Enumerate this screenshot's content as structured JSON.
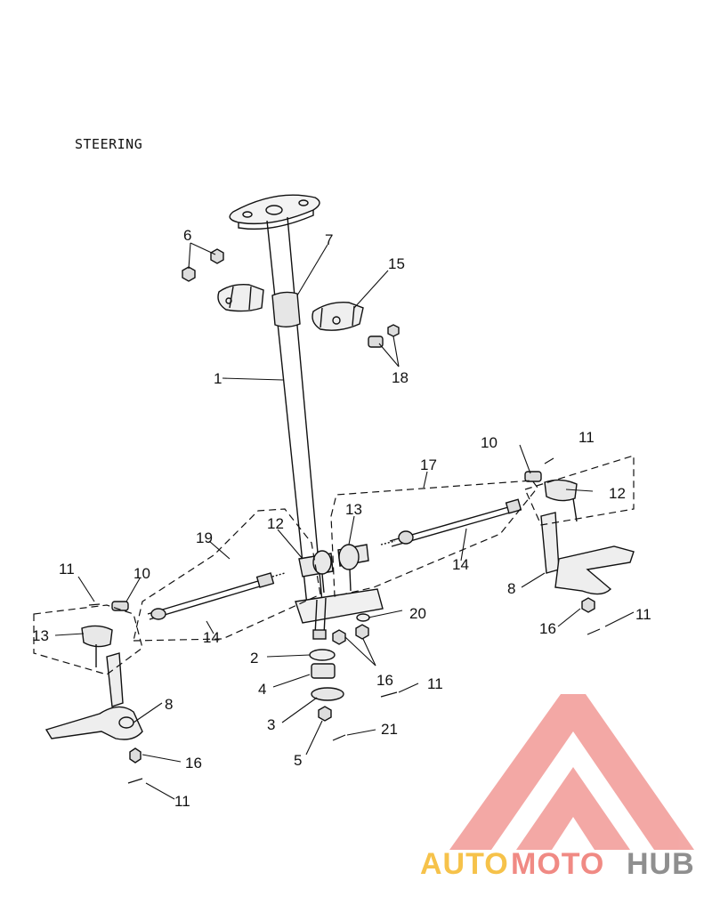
{
  "diagram": {
    "title": "STEERING",
    "callouts": {
      "c1": "1",
      "c2": "2",
      "c3": "3",
      "c4": "4",
      "c5": "5",
      "c6": "6",
      "c7": "7",
      "c8a": "8",
      "c8b": "8",
      "c10a": "10",
      "c10b": "10",
      "c11a": "11",
      "c11b": "11",
      "c11c": "11",
      "c11d": "11",
      "c11e": "11",
      "c12a": "12",
      "c12b": "12",
      "c13a": "13",
      "c13b": "13",
      "c14a": "14",
      "c14b": "14",
      "c15": "15",
      "c16a": "16",
      "c16b": "16",
      "c16c": "16",
      "c17": "17",
      "c18": "18",
      "c19": "19",
      "c20": "20",
      "c21": "21"
    }
  },
  "watermark": {
    "part1": "AUTO",
    "part2": "MOTO",
    "part3": "HUB",
    "colors": {
      "auto": "#f6c24a",
      "moto": "#f08a84",
      "hub": "#8f8f8f",
      "logo": "#f19a96"
    }
  }
}
